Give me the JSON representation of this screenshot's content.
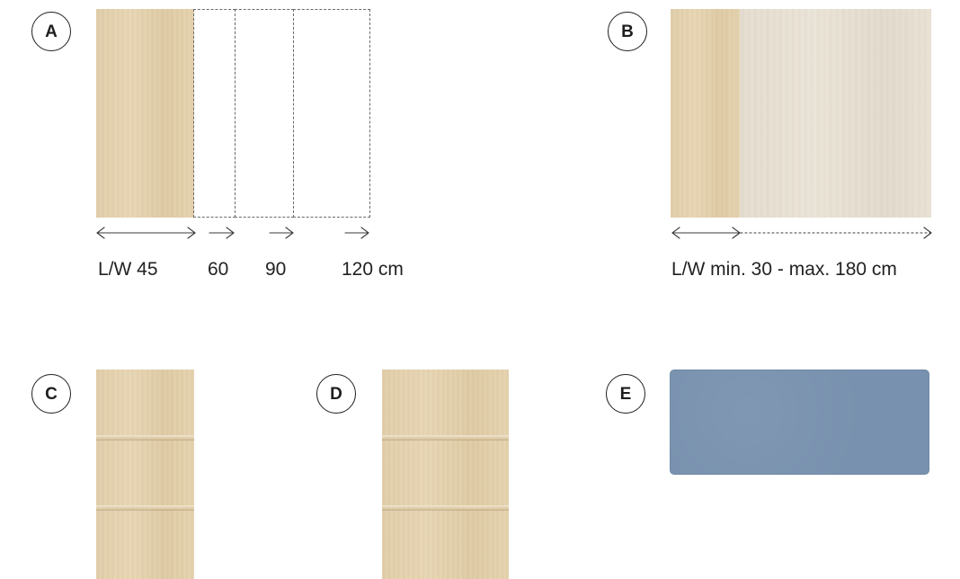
{
  "badges": {
    "a": "A",
    "b": "B",
    "c": "C",
    "d": "D",
    "e": "E"
  },
  "panel_a": {
    "size_labels": {
      "lw45": "L/W 45",
      "w60": "60",
      "w90": "90",
      "w120": "120 cm"
    }
  },
  "panel_b": {
    "range_label": "L/W min. 30 - max. 180 cm"
  },
  "colors": {
    "wood": "#e6d4b1",
    "pale_wood": "#e9e2d5",
    "panel_e_blue": "#7891ae",
    "dashed_outline": "#6a6a6a"
  }
}
